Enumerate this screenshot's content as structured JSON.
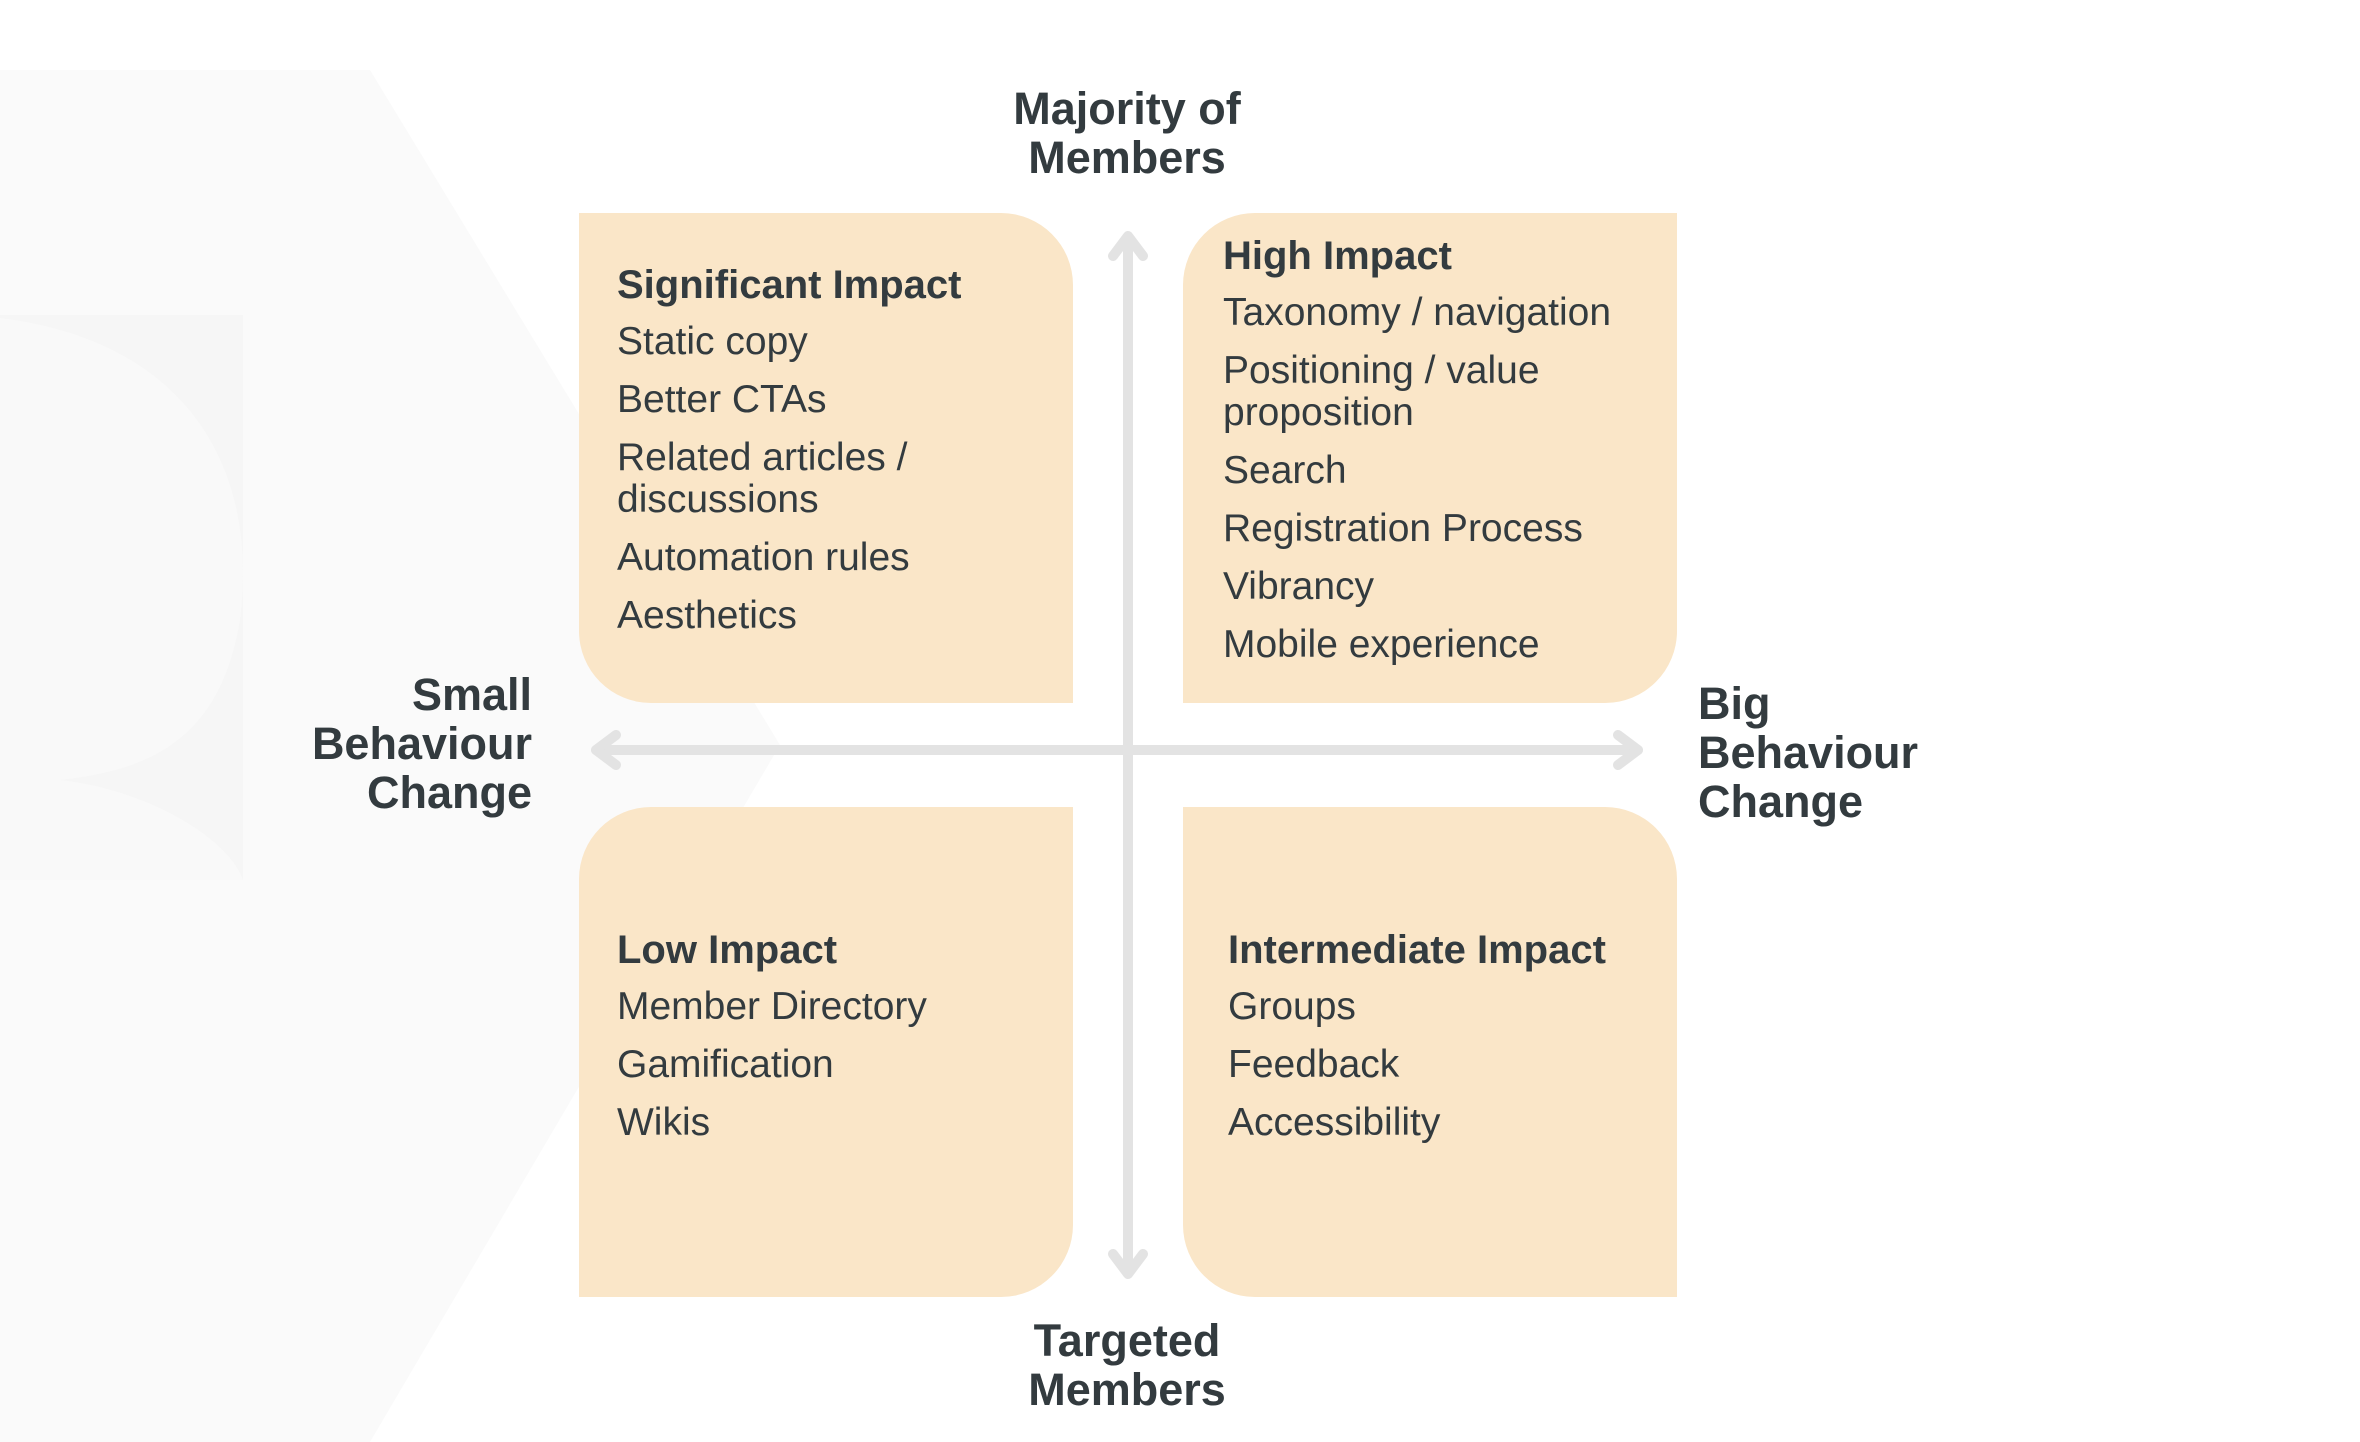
{
  "axes": {
    "top": [
      "Majority of",
      "Members"
    ],
    "bottom": [
      "Targeted",
      "Members"
    ],
    "left": [
      "Small",
      "Behaviour",
      "Change"
    ],
    "right": [
      "Big",
      "Behaviour",
      "Change"
    ]
  },
  "quadrants": {
    "top_left": {
      "title": "Significant Impact",
      "items": [
        "Static copy",
        "Better CTAs",
        "Related articles / discussions",
        "Automation rules",
        "Aesthetics"
      ]
    },
    "top_right": {
      "title": "High Impact",
      "items": [
        "Taxonomy / navigation",
        "Positioning / value proposition",
        "Search",
        "Registration Process",
        "Vibrancy",
        "Mobile experience"
      ]
    },
    "bottom_left": {
      "title": "Low Impact",
      "items": [
        "Member Directory",
        "Gamification",
        "Wikis"
      ]
    },
    "bottom_right": {
      "title": "Intermediate Impact",
      "items": [
        "Groups",
        "Feedback",
        "Accessibility"
      ]
    }
  },
  "colors": {
    "quadrant_fill": "#fae6c8",
    "axis": "#e3e3e3",
    "text": "#333b3f",
    "watermark": "#fafafa"
  }
}
